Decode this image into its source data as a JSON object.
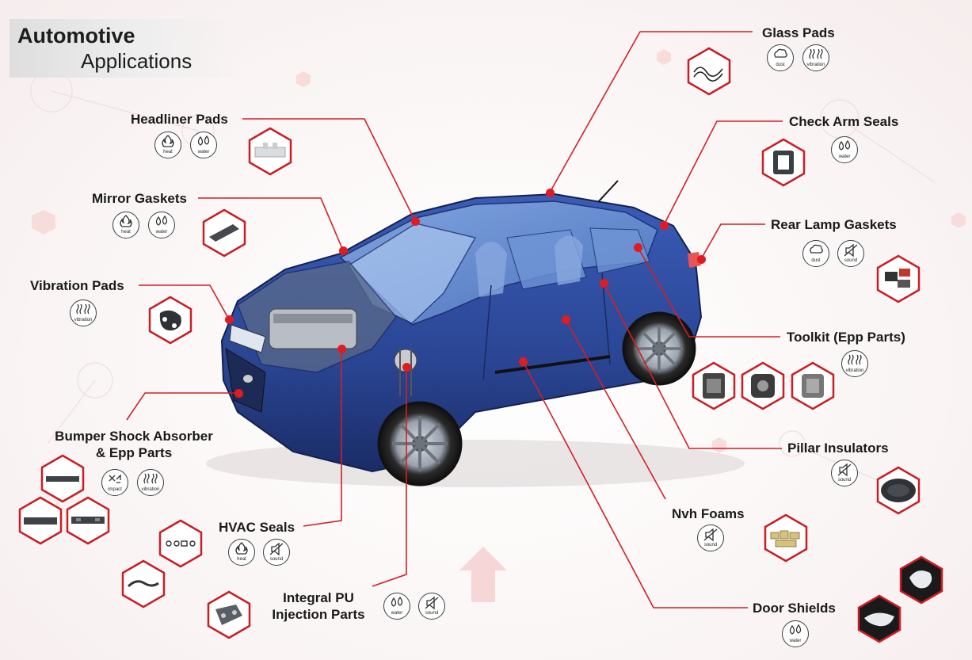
{
  "title": {
    "line1": "Automotive",
    "line2": "Applications"
  },
  "colors": {
    "accent": "#e01b22",
    "car_body": "#2b4a9a",
    "text": "#1a1a1a"
  },
  "captions": {
    "heat": "heat",
    "water": "water",
    "dust": "dust",
    "vibration": "vibration",
    "sound": "sound",
    "impact": "impact"
  },
  "parts": [
    {
      "key": "glass-pads",
      "label": "Glass Pads",
      "properties": [
        "dust",
        "vibration"
      ]
    },
    {
      "key": "check-arm-seals",
      "label": "Check Arm Seals",
      "properties": [
        "water"
      ]
    },
    {
      "key": "rear-lamp-gaskets",
      "label": "Rear Lamp Gaskets",
      "properties": [
        "dust",
        "sound"
      ]
    },
    {
      "key": "toolkit",
      "label": "Toolkit (Epp Parts)",
      "properties": [
        "vibration"
      ]
    },
    {
      "key": "pillar-insulators",
      "label": "Pillar Insulators",
      "properties": [
        "sound"
      ]
    },
    {
      "key": "nvh-foams",
      "label": "Nvh Foams",
      "properties": [
        "sound"
      ]
    },
    {
      "key": "door-shields",
      "label": "Door Shields",
      "properties": [
        "water"
      ]
    },
    {
      "key": "headliner-pads",
      "label": "Headliner Pads",
      "properties": [
        "heat",
        "water"
      ]
    },
    {
      "key": "mirror-gaskets",
      "label": "Mirror Gaskets",
      "properties": [
        "heat",
        "water"
      ]
    },
    {
      "key": "vibration-pads",
      "label": "Vibration Pads",
      "properties": [
        "vibration"
      ]
    },
    {
      "key": "bumper-shock-absorber",
      "label_line1": "Bumper Shock Absorber",
      "label_line2": "& Epp Parts",
      "properties": [
        "impact",
        "vibration"
      ]
    },
    {
      "key": "hvac-seals",
      "label": "HVAC Seals",
      "properties": [
        "heat",
        "sound"
      ]
    },
    {
      "key": "integral-pu",
      "label_line1": "Integral PU",
      "label_line2": "Injection Parts",
      "properties": [
        "water",
        "sound"
      ]
    }
  ]
}
